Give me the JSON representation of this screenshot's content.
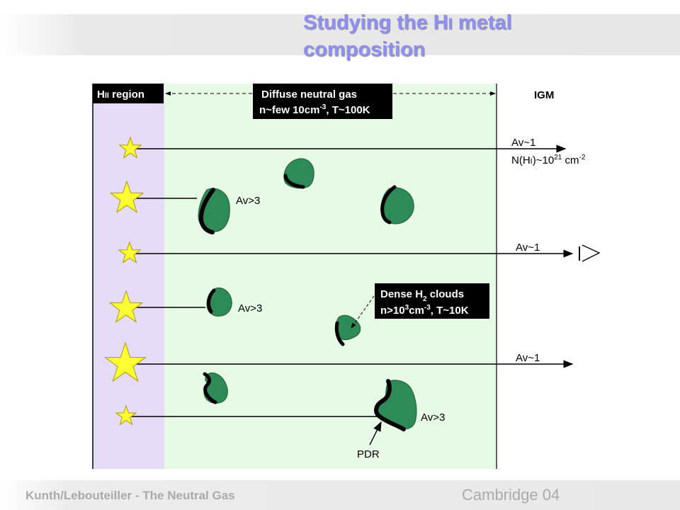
{
  "slide": {
    "title": "Studying the HI metal composition",
    "footer_left": "Kunth/Lebouteiller - The Neutral Gas",
    "footer_right": "Cambridge 04"
  },
  "diagram": {
    "hii_label": "HII region",
    "diffuse_line1": "Diffuse neutral gas",
    "diffuse_line2": "n~few 10cm-3, T~100K",
    "igm_label": "IGM",
    "sightline1_av": "Av~1",
    "sightline1_nhi": "N(HI)~1021 cm-2",
    "sightline3_av": "Av~1",
    "sightline5_av": "Av~1",
    "cloud_av_a": "Av>3",
    "cloud_av_b": "Av>3",
    "cloud_av_c": "Av>3",
    "dense_line1": "Dense H2 clouds",
    "dense_line2": "n>103cm-3, T~10K",
    "pdr_label": "PDR"
  },
  "colors": {
    "title": "#8f8ff5",
    "hii_region": "#e6dcf7",
    "neutral_gas": "#e6fae6",
    "star": "#ffff33",
    "cloud": "#2e8b57"
  }
}
